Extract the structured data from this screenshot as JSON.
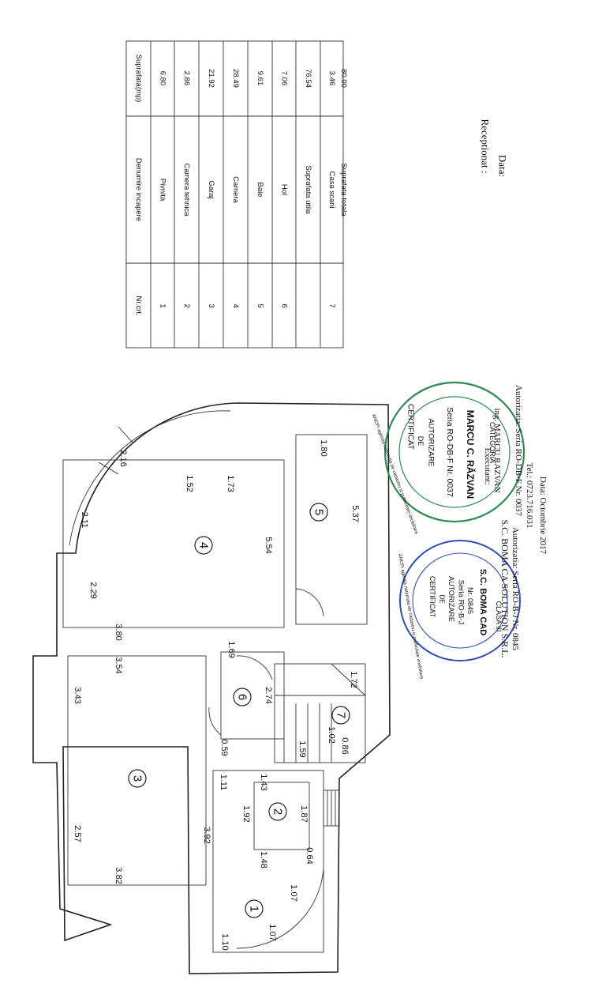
{
  "table": {
    "headers": [
      "Nr.crt.",
      "Denumire incapere",
      "Suprafata(mp)"
    ],
    "rows": [
      {
        "nr": "1",
        "name": "Pivnita",
        "area": "6.80"
      },
      {
        "nr": "2",
        "name": "Camera tehnica",
        "area": "2.86"
      },
      {
        "nr": "3",
        "name": "Garaj",
        "area": "21.92"
      },
      {
        "nr": "4",
        "name": "Camera",
        "area": "28.49"
      },
      {
        "nr": "5",
        "name": "Baie",
        "area": "9.61"
      },
      {
        "nr": "6",
        "name": "Hol",
        "area": "7.06"
      },
      {
        "nr": "",
        "name": "Suprafata utila",
        "area": "76.54"
      },
      {
        "nr": "7",
        "name": "Casa scarii",
        "area": "3.46"
      },
      {
        "nr": "",
        "name": "Suprafata totala",
        "area": "80.00"
      }
    ]
  },
  "reception": {
    "received": "Receptionat :",
    "date": "Data:"
  },
  "contractor": {
    "company": "S.C. BOMA CA SOLUTION S.R.L.",
    "authorization": "Autorizatia: Seria RO-B-J Nr. 0845",
    "executant": "Executant:",
    "engineer": "ing. MARCU RAZVAN",
    "eng_authorization": "Autorizatia: Seria RO-DB-F Nr. 0037",
    "phone": "Tel.: 0723.716.031",
    "date": "Data: Octombrie 2017"
  },
  "stamps": {
    "green": {
      "ring": "ANCPI agentia nationala de cadastru si publicitate imobiliara",
      "line1": "CERTIFICAT",
      "line2": "DE",
      "line3": "AUTORIZARE",
      "series": "Seria RO-DB-F Nr. 0037",
      "name": "MARCU C. RĂZVAN",
      "category": "CATEGORIA",
      "color": "#2e8a52"
    },
    "blue": {
      "ring": "ANCPI agentia nationala de cadastru si publicitate imobiliara",
      "line1": "CERTIFICAT",
      "line2": "DE",
      "line3": "AUTORIZARE",
      "series": "Seria RO-B-J",
      "number": "Nr. 0845",
      "name": "S.C. BOMA CAD",
      "category": "CLASA III",
      "color": "#2f4fb4"
    }
  },
  "plan": {
    "rooms": [
      "1",
      "2",
      "3",
      "4",
      "5",
      "6",
      "7"
    ],
    "dimensions": {
      "d_1_10": "1.10",
      "d_1_07a": "1.07",
      "d_1_07b": "1.07",
      "d_0_64": "0.64",
      "d_1_48": "1.48",
      "d_1_92": "1.92",
      "d_1_87": "1.87",
      "d_1_43": "1.43",
      "d_1_11": "1.11",
      "d_3_92": "3.92",
      "d_0_59": "0.59",
      "d_2_57": "2.57",
      "d_3_43": "3.43",
      "d_3_82": "3.82",
      "d_3_54": "3.54",
      "d_2_74": "2.74",
      "d_1_69": "1.69",
      "d_1_59": "1.59",
      "d_0_86": "0.86",
      "d_1_02": "1.02",
      "d_1_72": "1.72",
      "d_3_80": "3.80",
      "d_2_29": "2.29",
      "d_2_11": "2.11",
      "d_2_16": "2.16",
      "d_1_52": "1.52",
      "d_1_73": "1.73",
      "d_5_54": "5.54",
      "d_5_37": "5.37",
      "d_1_80": "1.80"
    }
  }
}
